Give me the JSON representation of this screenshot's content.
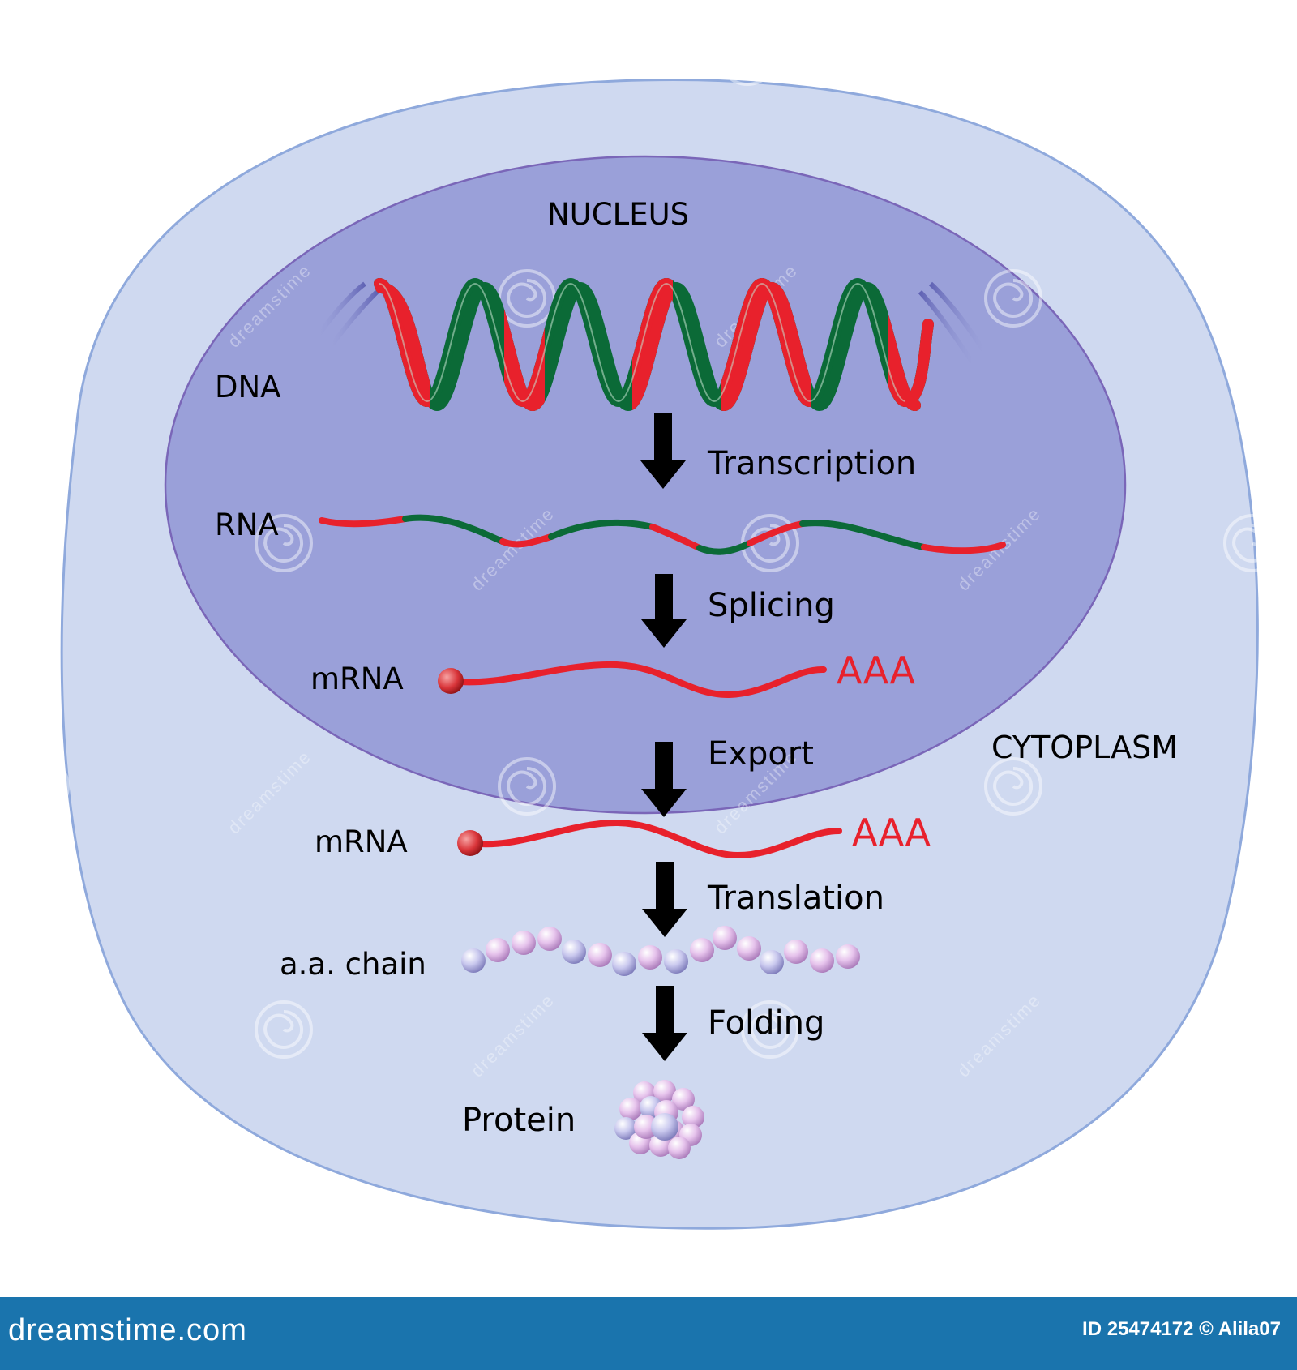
{
  "compartments": {
    "nucleus": "NUCLEUS",
    "cytoplasm": "CYTOPLASM"
  },
  "molecules": {
    "dna": "DNA",
    "rna": "RNA",
    "mrna_nuclear": "mRNA",
    "mrna_cytoplasmic": "mRNA",
    "aa_chain": "a.a. chain",
    "protein": "Protein"
  },
  "processes": {
    "transcription": "Transcription",
    "splicing": "Splicing",
    "export": "Export",
    "translation": "Translation",
    "folding": "Folding"
  },
  "poly_a_tail": "AAA",
  "watermark": {
    "text": "dreamstime",
    "footer_site": "dreamstime.com",
    "credit": "ID 25474172 © Alila07"
  },
  "colors": {
    "cytoplasm": "#cfd9f0",
    "cytoplasm_border": "#8fa9dc",
    "nucleus": "#9aa0d9",
    "nucleus_border": "#7a66b8",
    "strand_red": "#e8212c",
    "strand_green": "#0b6a37",
    "arrow": "#000000",
    "footer": "#1a74ad"
  }
}
